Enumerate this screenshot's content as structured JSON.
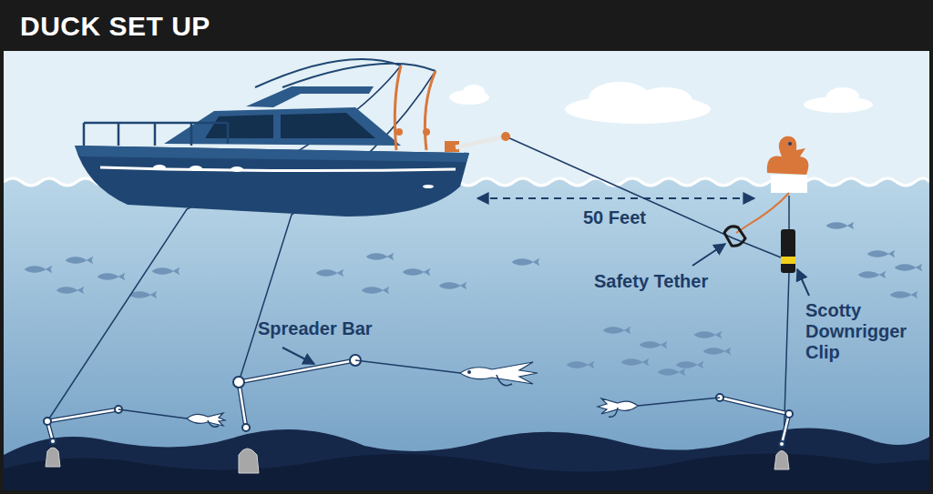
{
  "diagram": {
    "title": "DUCK SET UP",
    "labels": [
      "50 Feet",
      "Safety Tether",
      "Spreader Bar",
      "Scotty Downrigger Clip"
    ]
  }
}
